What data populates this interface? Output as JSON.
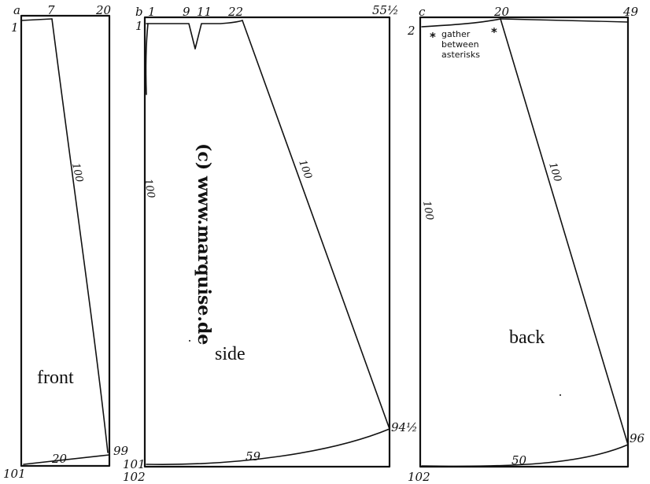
{
  "pieces": {
    "front": {
      "label": "front",
      "marks": {
        "corner": "a",
        "waist_start": "1",
        "waist_mid": "7",
        "waist_end": "20",
        "hem_left": "101",
        "hem_right": "99",
        "hem_mid": "20",
        "seam": "100"
      }
    },
    "side": {
      "label": "side",
      "marks": {
        "corner": "b",
        "waist_start": "1",
        "dart_left": "9",
        "dart_right": "11",
        "waist_point": "22",
        "corner_right": "55½",
        "left_start": "1",
        "left_seam": "100",
        "seam": "100",
        "hem_right": "94½",
        "hem_mid": "59",
        "hem_left_top": "101",
        "hem_left_bottom": "102"
      }
    },
    "back": {
      "label": "back",
      "marks": {
        "corner": "c",
        "left_start": "2",
        "waist_point": "20",
        "corner_right": "49",
        "left_seam": "100",
        "seam": "100",
        "hem_right": "96",
        "hem_mid": "50",
        "hem_left": "102"
      },
      "note": {
        "line1": "gather",
        "line2": "between",
        "line3": "asterisks",
        "asterisk": "*"
      }
    }
  },
  "watermark": "(c) www.marquise.de",
  "colors": {
    "ink": "#111111",
    "paper": "#ffffff"
  }
}
